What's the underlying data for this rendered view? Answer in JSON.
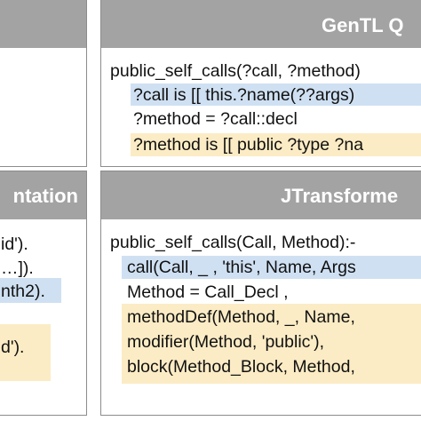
{
  "colors": {
    "header_bg": "#a3a3a3",
    "header_text": "#ffffff",
    "border": "#8c8c8c",
    "highlight_blue": "#cfe0f2",
    "highlight_yellow": "#fcecc5"
  },
  "left_top_panel": {
    "lines": []
  },
  "left_bottom_panel": {
    "header": "ntation",
    "lines": [
      "id').",
      "…]).",
      "nth2).",
      "d')."
    ]
  },
  "gentl_panel": {
    "header": "GenTL Q",
    "lines": [
      "public_self_calls(?call, ?method)",
      "?call is [[  this.?name(??args)",
      "?method = ?call::decl",
      "?method is [[ public ?type ?na"
    ]
  },
  "jtransformer_panel": {
    "header": "JTransforme",
    "lines": [
      "public_self_calls(Call, Method):-",
      "call(Call, _ ,  'this', Name, Args",
      "Method =  Call_Decl ,",
      "methodDef(Method, _, Name,",
      "modifier(Method, 'public'),",
      "block(Method_Block, Method,"
    ]
  }
}
